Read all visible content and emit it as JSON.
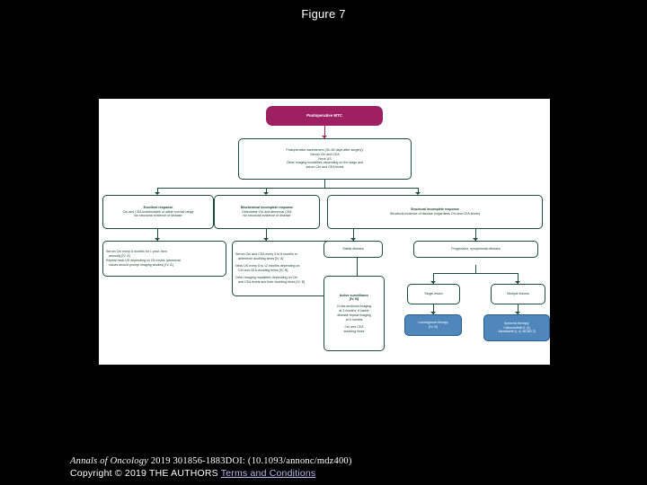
{
  "slide": {
    "title": "Figure 7",
    "background_color": "#000000",
    "text_color": "#ffffff"
  },
  "colors": {
    "panel_background": "#ffffff",
    "node_border": "#1d4b3c",
    "node_text": "#17412f",
    "accent_maroon": "#9e2062",
    "accent_blue": "#4f87bd",
    "link": "#b9b9e8"
  },
  "figure": {
    "name": "postoperative-mtc-management-flowchart",
    "nodes": {
      "root": {
        "label": "Postoperative MTC"
      },
      "assessment": {
        "lines": [
          "Postoperative assessment (30–60 days after surgery):",
          "Serum Ctn and CEA",
          "Neck US",
          "Other imaging modalities depending on the stage and",
          "serum Ctn and CEA levels"
        ]
      },
      "excellent_response": {
        "header": "Excellent response",
        "lines": [
          "Ctn and CEA undetectable or within normal range",
          "No structural evidence of disease"
        ]
      },
      "biochemical_incomplete": {
        "header": "Biochemical incomplete response",
        "lines": [
          "Detectable Ctn and abnormal CEA",
          "No structural evidence of disease"
        ]
      },
      "structural_incomplete": {
        "header": "Structural incomplete response",
        "lines": [
          "Structural evidence of disease (regardless Ctn and CEA levels)"
        ]
      },
      "excellent_followup": {
        "lines": [
          "Serum Ctn every 6 months for 1 year, then",
          "annually [IV, A]",
          "Repeat neck US depending on Ctn levels (abnormal",
          "values should prompt imaging studies) [IV, A]"
        ]
      },
      "biochemical_followup": {
        "lines": [
          "Serum Ctn and CEA every 3 to 6 months to",
          "determine doubling times [IV, A]",
          "Neck US every 6 to 12 months depending on",
          "Ctn and CEA doubling times [IV, B]",
          "Other imaging modalities depending on Ctn",
          "and CEA levels and their doubling times [IV, B]"
        ]
      },
      "stable_disease": {
        "label": "Stable disease"
      },
      "progressive_disease": {
        "label": "Progressive, symptomatic disease"
      },
      "active_surveillance": {
        "lines": [
          "Active surveillance",
          "[IV, B]",
          "Cross-sectional imaging",
          "at 3 months; if stable",
          "disease repeat imaging",
          "at 6 months",
          "Ctn and CEA",
          "doubling times"
        ]
      },
      "single_lesion": {
        "label": "Single lesion"
      },
      "multiple_lesions": {
        "label": "Multiple lesions"
      },
      "locoregional_therapy": {
        "lines": [
          "Locoregional therapy",
          "[IV, B]"
        ]
      },
      "systemic_therapy": {
        "lines": [
          "Systemic therapy:",
          "Cabozantinib [I, A]",
          "Vandetanib [I, A; MCBS 2]"
        ]
      }
    }
  },
  "footer": {
    "citation_italic": "Annals of Oncology",
    "citation_rest": " 2019 301856-1883DOI: (10.1093/annonc/mdz400)",
    "copyright": "Copyright © 2019 THE AUTHORS ",
    "terms_link": "Terms and Conditions"
  }
}
